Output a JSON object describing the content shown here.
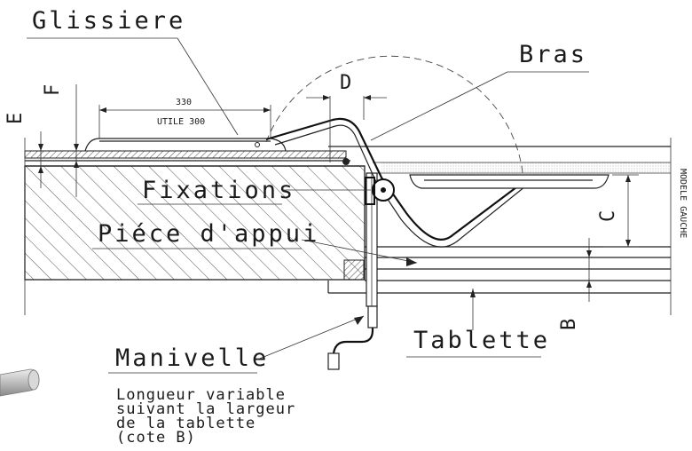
{
  "labels": {
    "glissiere": "Glissiere",
    "bras": "Bras",
    "fixations": "Fixations",
    "piece_appui": "Piéce d'appui",
    "manivelle": "Manivelle",
    "tablette": "Tablette",
    "modele": "MODELE GAUCHE"
  },
  "dimensions": {
    "d330": "330",
    "utile": "UTILE 300",
    "D": "D",
    "E": "E",
    "F": "F",
    "C": "C",
    "B": "B"
  },
  "note": {
    "line1": "Longueur variable",
    "line2": "suivant la largeur",
    "line3": "de la tablette",
    "line4": "(cote B)"
  }
}
